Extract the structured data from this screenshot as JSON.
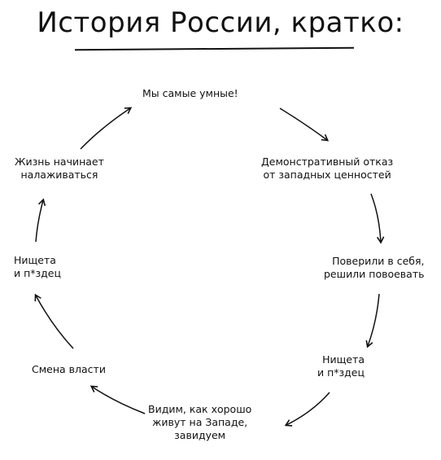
{
  "title": "История России, кратко:",
  "nodes": [
    {
      "lines": [
        "Мы самые умные!"
      ]
    },
    {
      "lines": [
        "Демонстративный отказ",
        "от западных ценностей"
      ]
    },
    {
      "lines": [
        "Поверили в себя,",
        "решили повоевать"
      ]
    },
    {
      "lines": [
        "Нищета",
        "и п*здец"
      ]
    },
    {
      "lines": [
        "Видим, как хорошо",
        "живут на Западе,",
        "завидуем"
      ]
    },
    {
      "lines": [
        "Смена власти"
      ]
    },
    {
      "lines": [
        "Нищета",
        "и п*здец"
      ]
    },
    {
      "lines": [
        "Жизнь начинает",
        "налаживаться"
      ]
    }
  ],
  "colors": {
    "ink": "#111111",
    "background": "#ffffff"
  }
}
